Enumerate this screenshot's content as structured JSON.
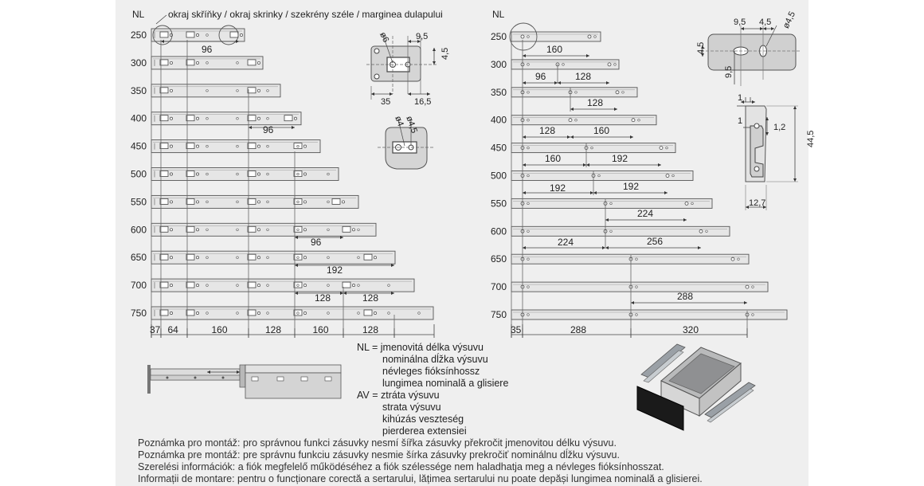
{
  "header": {
    "nl_left": "NL",
    "nl_right": "NL",
    "cabinet_edge_label": "okraj skříňky / okraj skrinky / szekrény széle / marginea dulapului"
  },
  "left_rows": [
    "250",
    "300",
    "350",
    "400",
    "450",
    "500",
    "550",
    "600",
    "650",
    "700",
    "750"
  ],
  "right_rows": [
    "250",
    "300",
    "350",
    "400",
    "450",
    "500",
    "550",
    "600",
    "650",
    "700",
    "750"
  ],
  "left_dims": {
    "d96a": "96",
    "d96b": "96",
    "d96c": "96",
    "d192": "192",
    "d128a": "128",
    "d128b": "128"
  },
  "left_bottom_dims": [
    "37",
    "64",
    "160",
    "128",
    "160",
    "128"
  ],
  "right_dims": {
    "r160a": "160",
    "r96": "96",
    "r128a": "128",
    "r128b": "128",
    "r128c": "128",
    "r160b": "160",
    "r160c": "160",
    "r192a": "192",
    "r192b": "192",
    "r192c": "192",
    "r224a": "224",
    "r224b": "224",
    "r256": "256",
    "r288a": "288"
  },
  "right_bottom_dims": [
    "35",
    "288",
    "320"
  ],
  "detail_dims": {
    "phi6": "ø6",
    "d95a": "9,5",
    "d45a": "4,5",
    "d35": "35",
    "d165": "16,5",
    "phi4": "ø4",
    "phi45a": "ø4,5",
    "d95b": "9,5",
    "d45b": "4,5",
    "phi45b": "ø4,5",
    "d45c": "4,5",
    "d95c": "9,5",
    "d1a": "1",
    "d1b": "1",
    "d12": "1,2",
    "d445": "44,5",
    "d127": "12,7"
  },
  "legend": {
    "nl_lines": [
      "NL = jmenovitá délka výsuvu",
      "nominálna dĺžka výsuvu",
      "névleges fióksínhossz",
      "lungimea nominală a glisiere"
    ],
    "av_lines": [
      "AV = ztráta výsuvu",
      "strata výsuvu",
      "kihúzás veszteség",
      "pierderea extensiei"
    ]
  },
  "notes": [
    "Poznámka pro montáž: pro správnou funkci zásuvky nesmí šířka zásuvky překročit jmenovitou délku výsuvu.",
    "Poznámka pre montáž: pre správnu funkciu zásuvky nesmie šírka zásuvky prekročiť nominálnu dĺžku výsuvu.",
    "Szerelési információk: a fiók megfelelő működéséhez a fiók szélessége nem haladhatja meg a névleges fióksínhosszat.",
    "Informații de montare: pentru o funcționare corectă a sertarului, lățimea sertarului nu poate depăși lungimea nominală a glisierei."
  ]
}
